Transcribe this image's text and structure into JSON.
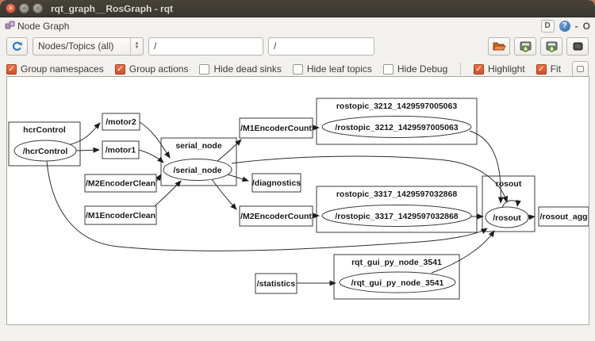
{
  "window": {
    "title": "rqt_graph__RosGraph - rqt",
    "close": "×",
    "minimize": "−",
    "maximize": "▫"
  },
  "panel": {
    "title": "Node Graph",
    "controls": {
      "detach": "D",
      "help": "?",
      "minimize": "-",
      "close": "O"
    }
  },
  "toolbar": {
    "filter_mode": "Nodes/Topics (all)",
    "spin_up": "▲",
    "spin_down": "▼",
    "ns_filter_value": "/",
    "topic_filter_value": "/",
    "buttons": [
      "open-dot-file",
      "save-as-dot-file",
      "save-as-image",
      "screenshot"
    ]
  },
  "options": {
    "filters": [
      {
        "label": "Group namespaces",
        "checked": true
      },
      {
        "label": "Group actions",
        "checked": true
      },
      {
        "label": "Hide dead sinks",
        "checked": false
      },
      {
        "label": "Hide leaf topics",
        "checked": false
      },
      {
        "label": "Hide Debug",
        "checked": false
      }
    ],
    "view": [
      {
        "label": "Highlight",
        "checked": true
      },
      {
        "label": "Fit",
        "checked": true
      }
    ]
  },
  "icons": {
    "check": "✓"
  },
  "graph": {
    "labels": {
      "hcr_group": "hcrControl",
      "hcr_node": "/hcrControl",
      "motor2": "/motor2",
      "motor1": "/motor1",
      "serial_group": "serial_node",
      "serial_node": "/serial_node",
      "m2clean": "/M2EncoderClean",
      "m1clean": "/M1EncoderClean",
      "m1count": "/M1EncoderCount",
      "r3212_group": "rostopic_3212_1429597005063",
      "r3212_node": "/rostopic_3212_1429597005063",
      "diagnostics": "/diagnostics",
      "r3317_group": "rostopic_3317_1429597032868",
      "r3317_node": "/rostopic_3317_1429597032868",
      "m2count": "/M2EncoderCount",
      "rosout_group": "rosout",
      "rosout_node": "/rosout",
      "rosout_agg": "/rosout_agg",
      "rqt_group": "rqt_gui_py_node_3541",
      "rqt_node": "/rqt_gui_py_node_3541",
      "statistics": "/statistics"
    },
    "edges": [
      {
        "from": "/hcrControl",
        "to": "/motor2"
      },
      {
        "from": "/hcrControl",
        "to": "/motor1"
      },
      {
        "from": "/motor2",
        "to": "/serial_node"
      },
      {
        "from": "/motor1",
        "to": "/serial_node"
      },
      {
        "from": "/M2EncoderClean",
        "to": "/serial_node"
      },
      {
        "from": "/M1EncoderClean",
        "to": "/serial_node"
      },
      {
        "from": "/serial_node",
        "to": "/M1EncoderCount"
      },
      {
        "from": "/serial_node",
        "to": "/diagnostics"
      },
      {
        "from": "/serial_node",
        "to": "/M2EncoderCount"
      },
      {
        "from": "/M1EncoderCount",
        "to": "/rostopic_3212_1429597005063"
      },
      {
        "from": "/M2EncoderCount",
        "to": "/rostopic_3317_1429597032868"
      },
      {
        "from": "/rostopic_3212_1429597005063",
        "to": "/rosout"
      },
      {
        "from": "/rostopic_3317_1429597032868",
        "to": "/rosout"
      },
      {
        "from": "/serial_node",
        "to": "/rosout"
      },
      {
        "from": "/hcrControl",
        "to": "/rosout"
      },
      {
        "from": "/rqt_gui_py_node_3541",
        "to": "/rosout"
      },
      {
        "from": "/statistics",
        "to": "/rqt_gui_py_node_3541"
      },
      {
        "from": "/rosout",
        "to": "/rosout_agg"
      },
      {
        "from": "/rosout",
        "to": "/rosout"
      }
    ]
  },
  "colors": {
    "accent_orange": "#d4502a",
    "titlebar": "#3a3731",
    "edge": "#2a2a2a",
    "canvas": "#ffffff"
  }
}
